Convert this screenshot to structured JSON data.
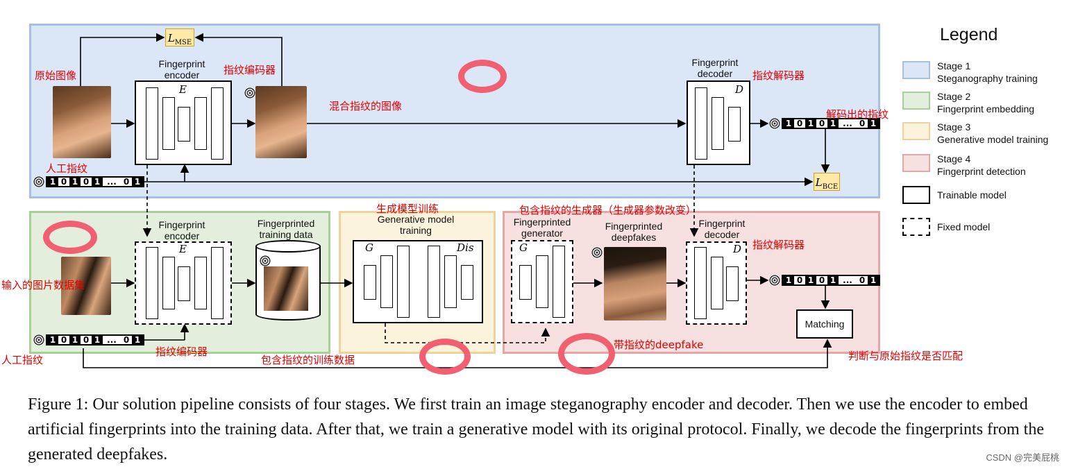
{
  "legend": {
    "title": "Legend",
    "items": [
      {
        "line1": "Stage 1",
        "line2": "Steganography training",
        "color": "#dbe6f7",
        "border": "#a9c0e3"
      },
      {
        "line1": "Stage 2",
        "line2": "Fingerprint embedding",
        "color": "#e3efdc",
        "border": "#a8cf9a"
      },
      {
        "line1": "Stage 3",
        "line2": "Generative model training",
        "color": "#fcf3dc",
        "border": "#eed49a"
      },
      {
        "line1": "Stage 4",
        "line2": "Fingerprint detection",
        "color": "#f7e0e0",
        "border": "#e4a7a7"
      },
      {
        "line1": "Trainable model",
        "line2": ""
      },
      {
        "line1": "Fixed model",
        "line2": ""
      }
    ]
  },
  "stage1": {
    "encoder_label": "Fingerprint\nencoder",
    "encoder_letter": "E",
    "decoder_label": "Fingerprint\ndecoder",
    "decoder_letter": "D",
    "loss_mse": "L",
    "loss_mse_sub": "MSE",
    "loss_bce": "L",
    "loss_bce_sub": "BCE"
  },
  "stage2": {
    "encoder_label": "Fingerprint\nencoder",
    "encoder_letter": "E",
    "data_label": "Fingerprinted\ntraining data"
  },
  "stage3": {
    "label": "Generative model\ntraining",
    "letter_g": "G",
    "letter_dis": "Dis"
  },
  "stage4": {
    "generator_label": "Fingerprinted\ngenerator",
    "generator_letter": "G",
    "deepfakes_label": "Fingerprinted\ndeepfakes",
    "decoder_label": "Fingerprint\ndecoder",
    "decoder_letter": "D",
    "matching_label": "Matching"
  },
  "bits": {
    "b": [
      "1",
      "0",
      "1",
      "0",
      "1",
      "...",
      "0",
      "1"
    ]
  },
  "annotations": {
    "orig_image": "原始图像",
    "fp_encoder": "指纹编码器",
    "mixed_image": "混合指纹的图像",
    "fp_decoder1": "指纹解码器",
    "decoded_fp": "解码出的指纹",
    "artificial_fp1": "人工指纹",
    "gen_model_train": "生成模型训练",
    "gen_with_fp": "包含指纹的生成器（生成器参数改变）",
    "input_dataset": "输入的图片数据集",
    "fp_decoder2": "指纹解码器",
    "fp_encoder2": "指纹编码器",
    "artificial_fp2": "人工指纹",
    "train_data_fp": "包含指纹的训练数据",
    "deepfake_fp": "带指纹的deepfake",
    "match_orig": "判断与原始指纹是否匹配"
  },
  "caption": "Figure 1: Our solution pipeline consists of four stages. We first train an image steganography encoder and decoder. Then we use the encoder to embed artificial fingerprints into the training data. After that, we train a generative model with its original protocol. Finally, we decode the fingerprints from the generated deepfakes.",
  "watermark": "CSDN @完美屁桃"
}
